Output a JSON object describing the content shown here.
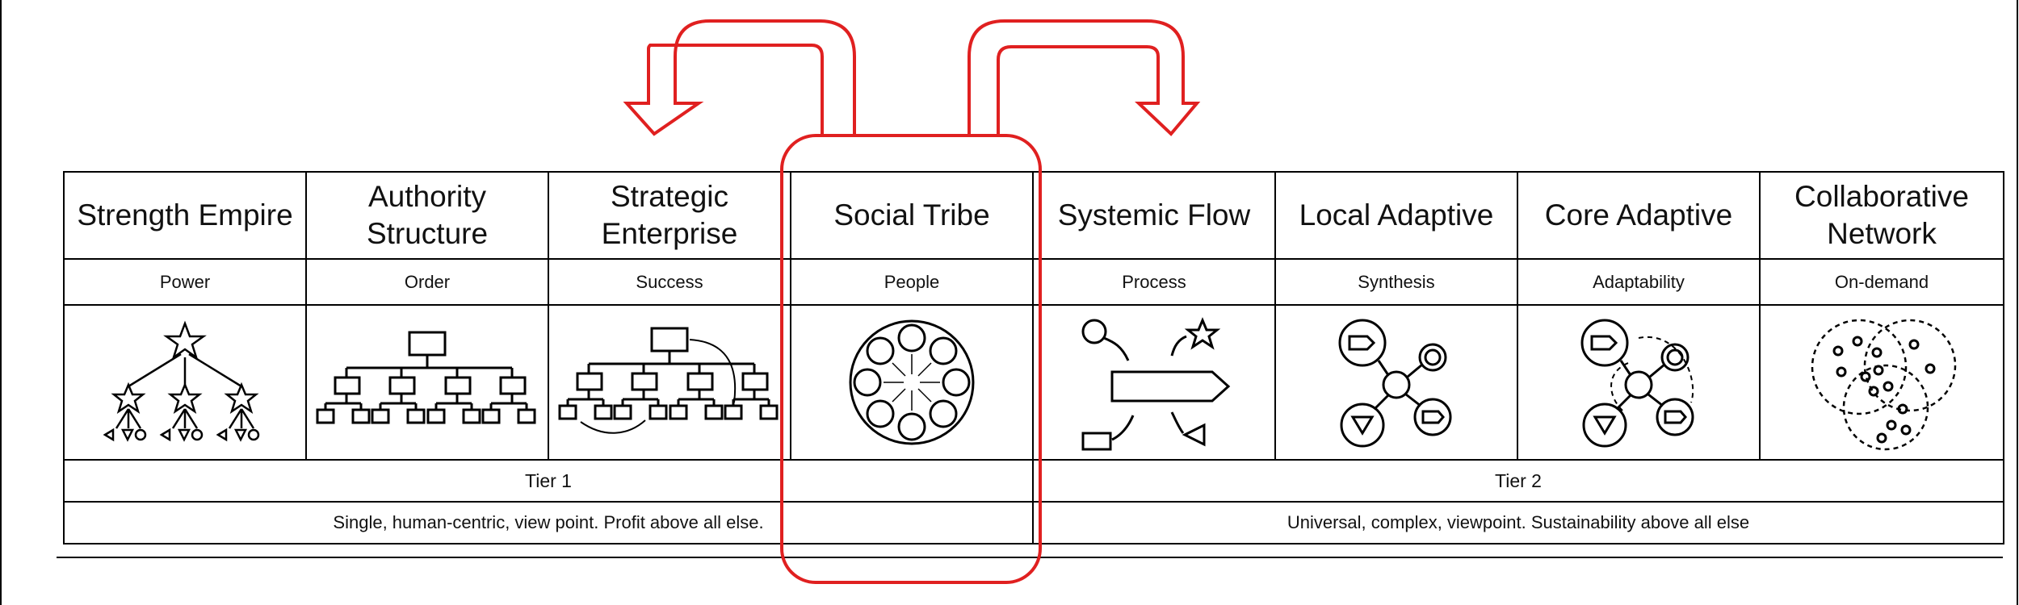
{
  "columns": [
    {
      "name": "Strength Empire",
      "value": "Power",
      "icon": "star-hierarchy-icon"
    },
    {
      "name": "Authority Structure",
      "value": "Order",
      "icon": "org-chart-icon"
    },
    {
      "name": "Strategic Enterprise",
      "value": "Success",
      "icon": "matrix-org-chart-icon"
    },
    {
      "name": "Social Tribe",
      "value": "People",
      "icon": "circle-of-people-icon"
    },
    {
      "name": "Systemic Flow",
      "value": "Process",
      "icon": "process-flow-icon"
    },
    {
      "name": "Local Adaptive",
      "value": "Synthesis",
      "icon": "node-network-icon"
    },
    {
      "name": "Core Adaptive",
      "value": "Adaptability",
      "icon": "adaptive-network-icon"
    },
    {
      "name": "Collaborative Network",
      "value": "On-demand",
      "icon": "overlapping-circles-icon"
    }
  ],
  "tiers": [
    {
      "label": "Tier 1",
      "description": "Single, human-centric, view point. Profit above all else."
    },
    {
      "label": "Tier 2",
      "description": "Universal, complex, viewpoint. Sustainability above all else"
    }
  ],
  "highlight": {
    "color": "#e02020",
    "column": "Social Tribe",
    "arrows": [
      "arrow-left-icon",
      "arrow-right-icon"
    ]
  }
}
